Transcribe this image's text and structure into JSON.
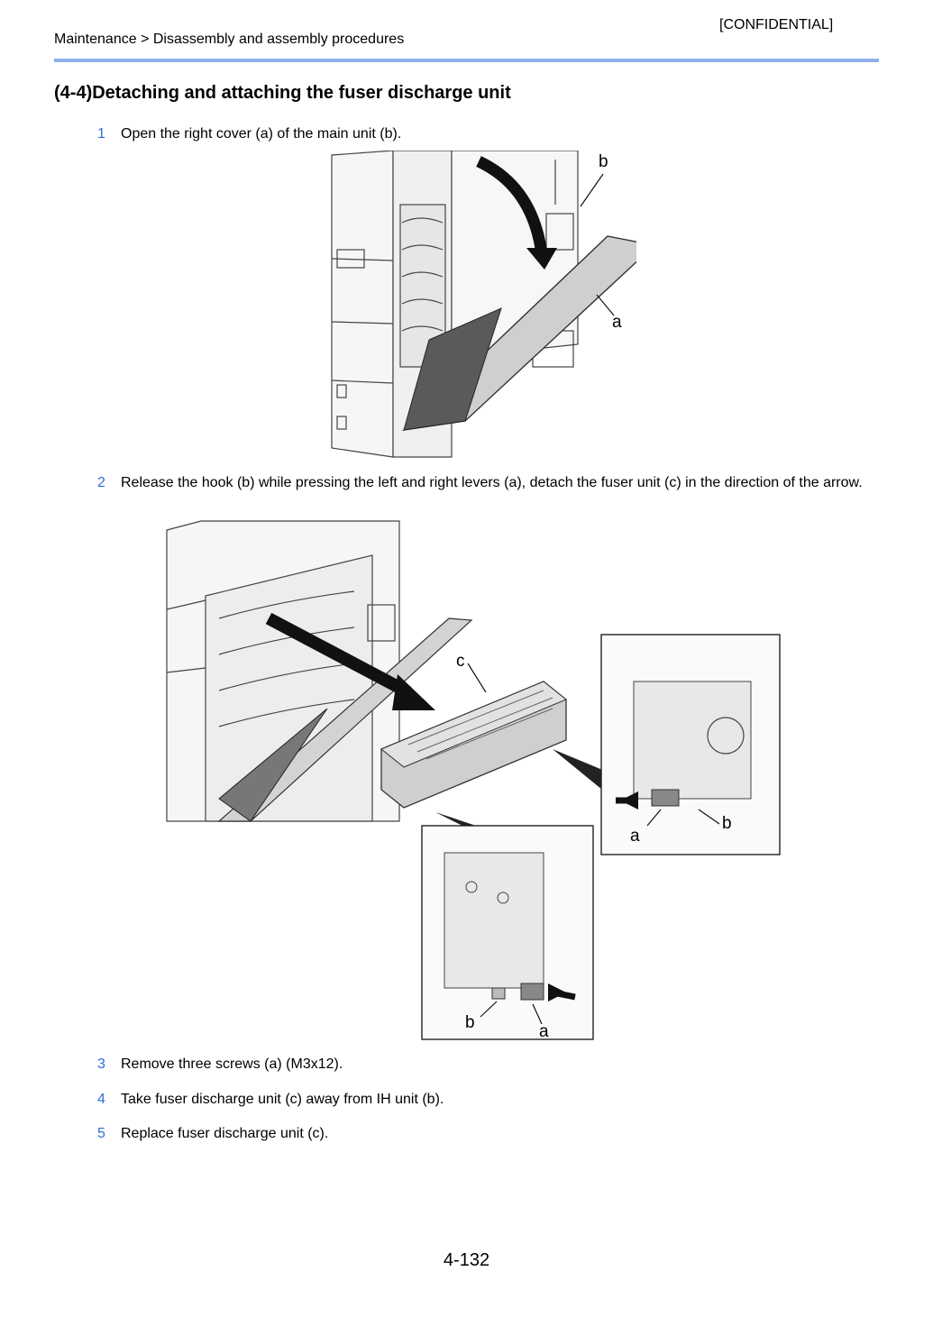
{
  "header": {
    "confidential": "[CONFIDENTIAL]",
    "breadcrumb": "Maintenance > Disassembly and assembly procedures"
  },
  "section": {
    "title": "(4-4)Detaching and attaching the fuser discharge unit"
  },
  "steps": [
    {
      "num": "1",
      "text": "Open the right cover (a) of the main unit (b)."
    },
    {
      "num": "2",
      "text": "Release the hook (b) while pressing the left and right levers (a), detach the fuser unit (c) in the direction of the arrow."
    },
    {
      "num": "3",
      "text": "Remove three screws (a) (M3x12)."
    },
    {
      "num": "4",
      "text": "Take fuser discharge unit (c) away from IH unit (b)."
    },
    {
      "num": "5",
      "text": "Replace fuser discharge unit (c)."
    }
  ],
  "figure1": {
    "callouts": [
      "b",
      "a"
    ]
  },
  "figure2": {
    "callouts": [
      "c",
      "a",
      "b",
      "b",
      "a"
    ]
  },
  "footer": {
    "page_number": "4-132"
  }
}
